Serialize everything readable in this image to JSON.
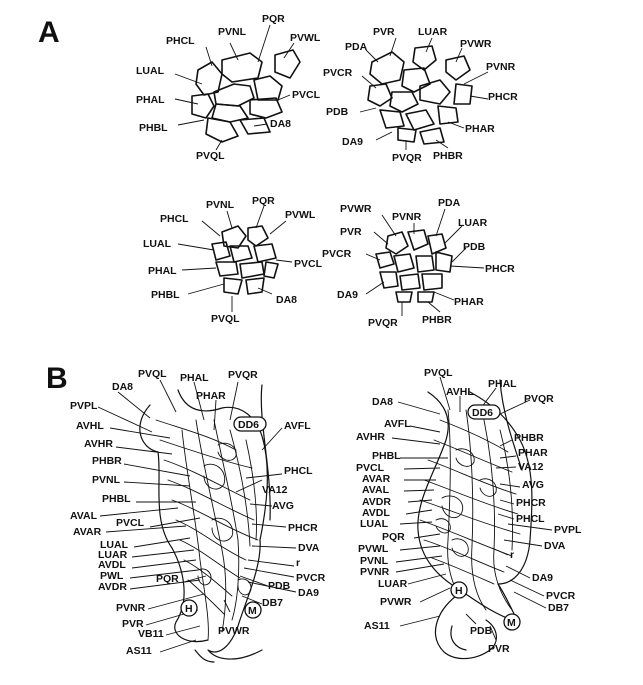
{
  "panels": {
    "a": "A",
    "b": "B"
  },
  "A1": {
    "left": [
      "PHCL",
      "PVNL",
      "PQR",
      "PVWL",
      "LUAL",
      "PVCL",
      "PHAL",
      "PHBL",
      "DA8",
      "PVQL"
    ],
    "right": [
      "PVR",
      "LUAR",
      "PDA",
      "PVWR",
      "PVCR",
      "PVNR",
      "PDB",
      "PHCR",
      "DA9",
      "PHAR",
      "PVQR",
      "PHBR"
    ]
  },
  "A2": {
    "left": [
      "PVNL",
      "PQR",
      "PHCL",
      "PVWL",
      "LUAL",
      "PVCL",
      "PHAL",
      "PHBL",
      "DA8",
      "PVQL"
    ],
    "right": [
      "PVWR",
      "PVNR",
      "PDA",
      "PVR",
      "LUAR",
      "PVCR",
      "PDB",
      "PHCR",
      "DA9",
      "PHAR",
      "PVQR",
      "PHBR"
    ]
  },
  "B1": {
    "boxed": "DD6",
    "circles": [
      "H",
      "M"
    ],
    "labels": [
      "PVQL",
      "PHAL",
      "PVQR",
      "DA8",
      "PHAR",
      "PVPL",
      "AVHL",
      "AVFL",
      "AVHR",
      "PHBR",
      "PHCL",
      "PVNL",
      "VA12",
      "PHBL",
      "AVG",
      "AVAL",
      "PVCL",
      "AVAR",
      "PHCR",
      "LUAL",
      "DVA",
      "LUAR",
      "r",
      "AVDL",
      "PVCR",
      "PWL",
      "PDB",
      "AVDR",
      "PQR",
      "DA9",
      "PVNR",
      "DB7",
      "PVR",
      "VB11",
      "PVWR",
      "AS11"
    ]
  },
  "B2": {
    "boxed": "DD6",
    "circles": [
      "H",
      "M"
    ],
    "labels": [
      "PVQL",
      "AVHL",
      "PHAL",
      "DA8",
      "PVQR",
      "AVFL",
      "AVHR",
      "PHBR",
      "PHBL",
      "PHAR",
      "PVCL",
      "VA12",
      "AVAR",
      "AVG",
      "AVAL",
      "AVDR",
      "PHCR",
      "AVDL",
      "PHCL",
      "LUAL",
      "PVPL",
      "PQR",
      "DVA",
      "PVWL",
      "r",
      "PVNL",
      "PVNR",
      "DA9",
      "LUAR",
      "PVCR",
      "PVWR",
      "DB7",
      "AS11",
      "PDB",
      "PVR"
    ]
  }
}
